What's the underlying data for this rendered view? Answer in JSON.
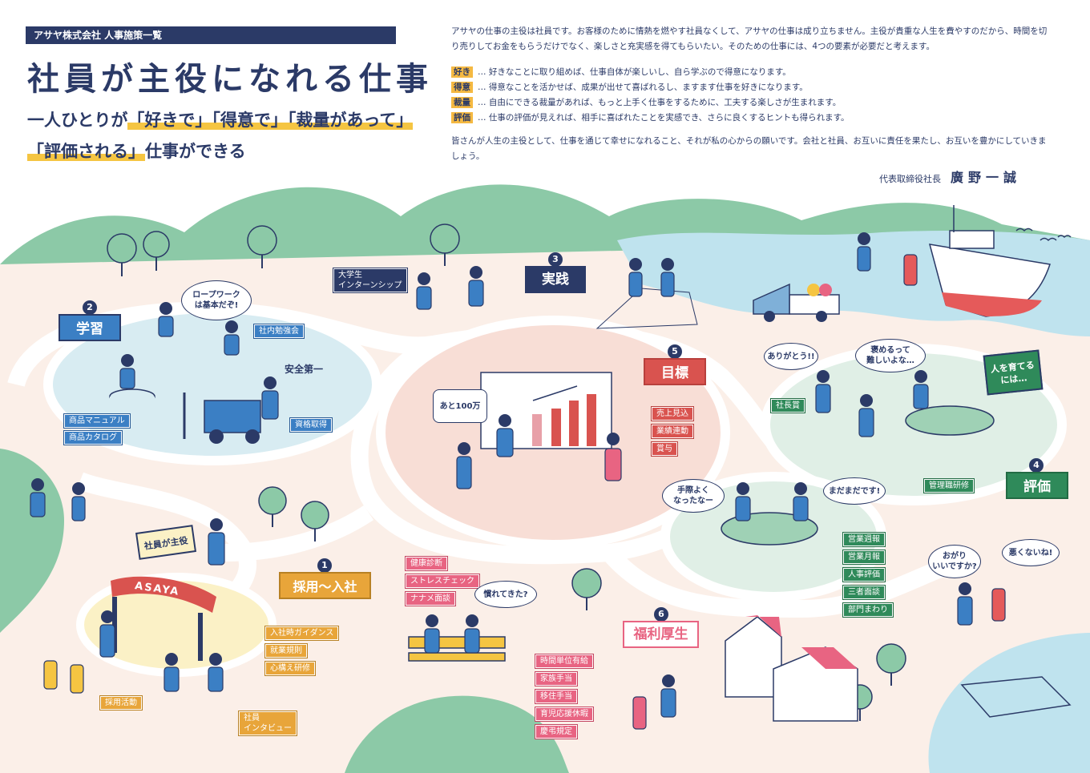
{
  "header": {
    "tag": "アサヤ株式会社 人事施策一覧",
    "title": "社員が主役になれる仕事",
    "subtitle_line1_prefix": "一人ひとりが",
    "subtitle_line1_k1": "「好きで」",
    "subtitle_line1_k2": "「得意で」",
    "subtitle_line1_k3": "「裁量があって」",
    "subtitle_line2_k4": "「評価される」",
    "subtitle_line2_suffix": "仕事ができる"
  },
  "message": {
    "intro": "アサヤの仕事の主役は社員です。お客様のために情熱を燃やす社員なくして、アサヤの仕事は成り立ちません。主役が貴重な人生を費やすのだから、時間を切り売りしてお金をもらうだけでなく、楽しさと充実感を得てもらいたい。そのための仕事には、4つの要素が必要だと考えます。",
    "elements": [
      {
        "tag": "好き",
        "text": "… 好きなことに取り組めば、仕事自体が楽しいし、自ら学ぶので得意になります。"
      },
      {
        "tag": "得意",
        "text": "… 得意なことを活かせば、成果が出せて喜ばれるし、ますます仕事を好きになります。"
      },
      {
        "tag": "裁量",
        "text": "… 自由にできる裁量があれば、もっと上手く仕事をするために、工夫する楽しさが生まれます。"
      },
      {
        "tag": "評価",
        "text": "… 仕事の評価が見えれば、相手に喜ばれたことを実感でき、さらに良くするヒントも得られます。"
      }
    ],
    "closing": "皆さんが人生の主役として、仕事を通じて幸せになれること、それが私の心からの願いです。会社と社員、お互いに責任を果たし、お互いを豊かにしていきましょう。",
    "signer_title": "代表取締役社長",
    "signer_name": "廣野一誠"
  },
  "map": {
    "zone1": {
      "num": "1",
      "label": "採用〜入社",
      "tags": [
        "入社時ガイダンス",
        "就業規則",
        "心構え研修"
      ],
      "extra_tags": [
        "採用活動",
        "社員\nインタビュー"
      ],
      "sign": "社員が主役",
      "arch": "ASAYA"
    },
    "zone2": {
      "num": "2",
      "label": "学習",
      "tags": [
        "社内勉強会",
        "資格取得",
        "商品マニュアル",
        "商品カタログ"
      ],
      "bubble": "ロープワーク\nは基本だぞ!",
      "shout": "安全第一"
    },
    "zone3": {
      "num": "3",
      "label": "実践",
      "intern": "大学生\nインターンシップ"
    },
    "zone4": {
      "num": "4",
      "label": "評価",
      "tags": [
        "営業週報",
        "営業月報",
        "人事評価",
        "三者面談",
        "部門まわり"
      ],
      "mgr_tag": "管理職研修",
      "bubbles": [
        "手際よく\nなったなー",
        "まだまだです!"
      ]
    },
    "zone5": {
      "num": "5",
      "label": "目標",
      "tags": [
        "売上見込",
        "業績連動",
        "賞与"
      ],
      "burst": "あと100万",
      "award": "社長賞",
      "bubbles": [
        "ありがとう!!",
        "褒めるって\n難しいよな…"
      ],
      "board": "人を育てる\nには…"
    },
    "zone6": {
      "num": "6",
      "label": "福利厚生",
      "tags": [
        "時間単位有給",
        "家族手当",
        "移住手当",
        "育児応援休暇",
        "慶弔規定"
      ]
    },
    "health": {
      "tags": [
        "健康診断",
        "ストレスチェック",
        "ナナメ面談"
      ],
      "bubble": "慣れてきた?"
    },
    "field": {
      "bubbles": [
        "おがり\nいいですか?",
        "悪くないね!"
      ]
    }
  },
  "colors": {
    "navy": "#2b3a67",
    "yellow": "#f5c542",
    "green_hill": "#8cc9a7",
    "lake": "#bfe3ee",
    "ground": "#fbefe8"
  }
}
